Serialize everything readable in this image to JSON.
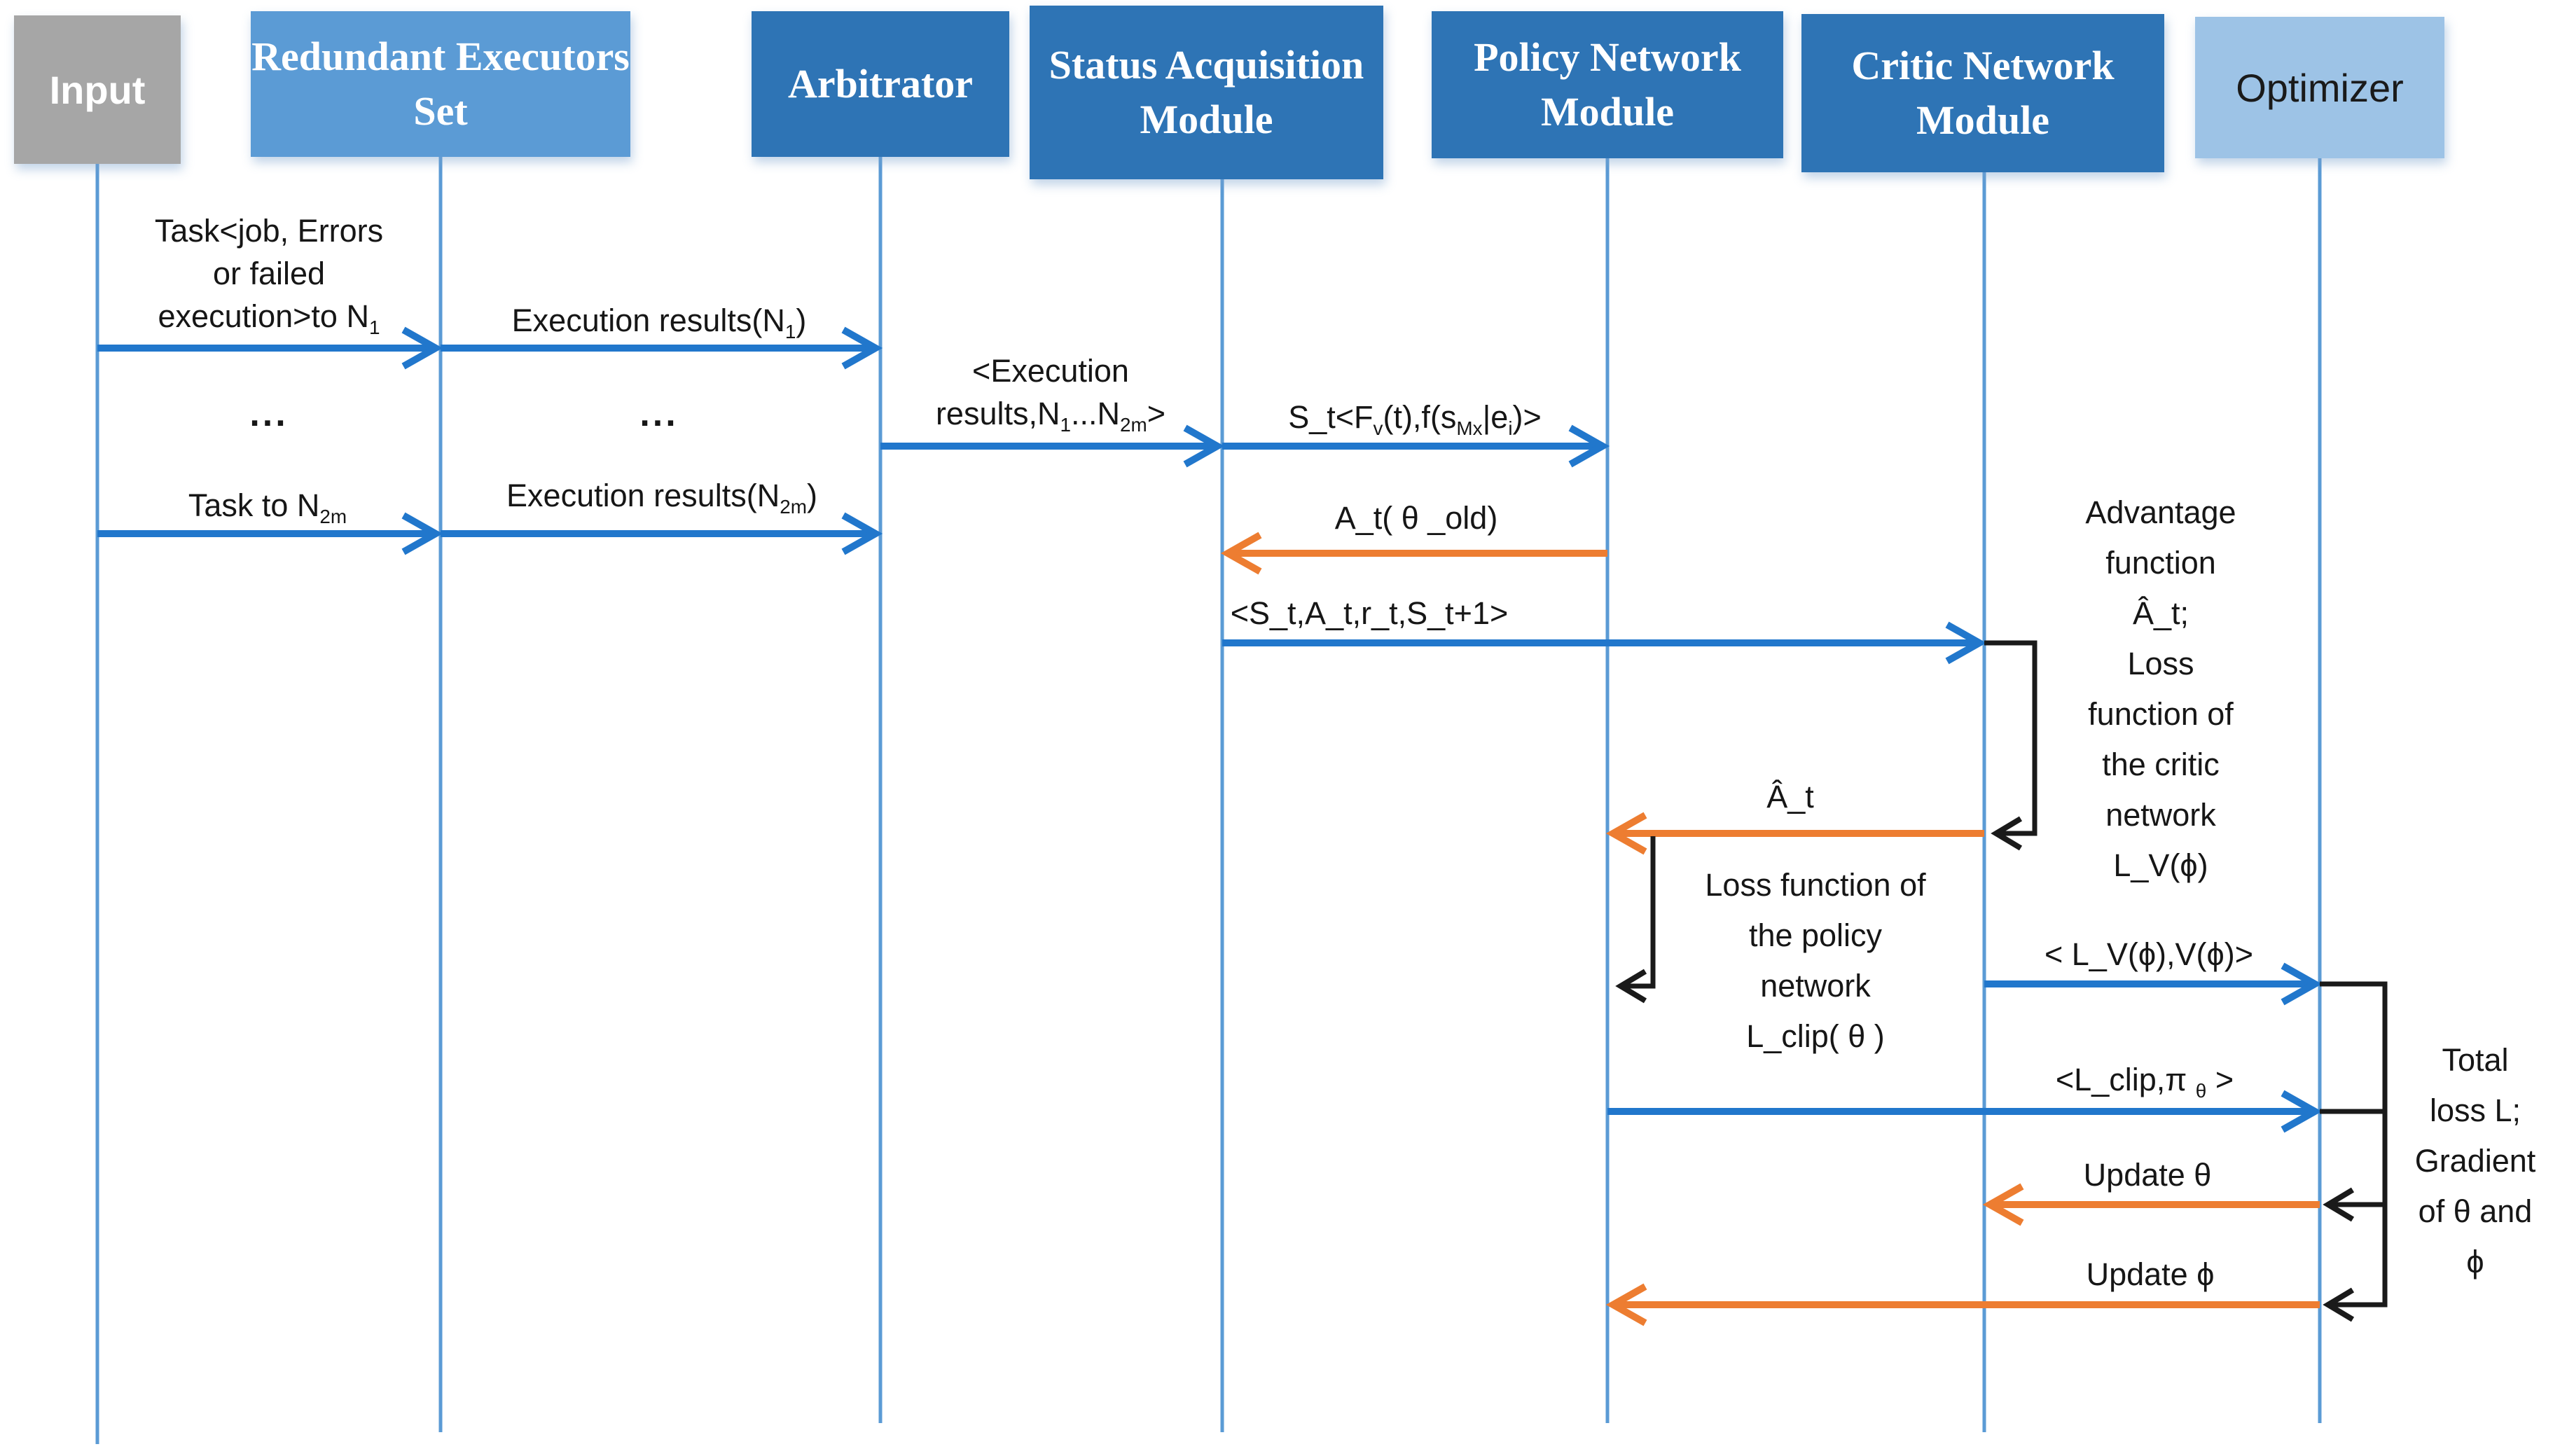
{
  "colors": {
    "box_dark": "#2e74b5",
    "box_medium": "#5b9bd5",
    "box_light": "#9dc3e6",
    "box_gray": "#a6a6a6",
    "arrow_blue": "#2177cc",
    "arrow_orange": "#ed7d31",
    "lifeline": "#5b9bd5",
    "ink": "#1a1a1a"
  },
  "actors": [
    {
      "id": "input",
      "label": "Input"
    },
    {
      "id": "executors",
      "label": "Redundant Executors Set"
    },
    {
      "id": "arbitrator",
      "label": "Arbitrator"
    },
    {
      "id": "status",
      "label": "Status Acquisition Module"
    },
    {
      "id": "policy",
      "label": "Policy Network Module"
    },
    {
      "id": "critic",
      "label": "Critic Network Module"
    },
    {
      "id": "optimizer",
      "label": "Optimizer"
    }
  ],
  "messages": [
    {
      "id": "task-n1",
      "from": "input",
      "to": "executors",
      "label_html": "Task&lt;job, Errors<br>or failed<br>execution&gt;to N<sub>1</sub>"
    },
    {
      "id": "exec-results-n1",
      "from": "executors",
      "to": "arbitrator",
      "label_html": "Execution results(N<sub>1</sub>)"
    },
    {
      "id": "ellipsis-lane1",
      "from": "input",
      "to": "executors",
      "label_html": "..."
    },
    {
      "id": "ellipsis-lane2",
      "from": "executors",
      "to": "arbitrator",
      "label_html": "..."
    },
    {
      "id": "exec-results-set",
      "from": "arbitrator",
      "to": "status",
      "label_html": "&lt;Execution<br>results,N<sub>1</sub>...N<sub>2m</sub>&gt;"
    },
    {
      "id": "state-vector",
      "from": "status",
      "to": "policy",
      "label_html": "S_t&lt;F<sub>v</sub>(t),f(s<sub>Mx</sub>|e<sub>i</sub>)&gt;"
    },
    {
      "id": "task-n2m",
      "from": "input",
      "to": "executors",
      "label_html": "Task to N<sub>2m</sub>"
    },
    {
      "id": "exec-results-n2m",
      "from": "executors",
      "to": "arbitrator",
      "label_html": "Execution results(N<sub>2m</sub>)"
    },
    {
      "id": "a-t-theta-old",
      "from": "policy",
      "to": "status",
      "label_html": "A_t( θ _old)"
    },
    {
      "id": "transition-tuple",
      "from": "status",
      "to": "critic",
      "label_html": "&lt;S_t,A_t,r_t,S_t+1&gt;"
    },
    {
      "id": "advantage-a-t",
      "from": "critic",
      "to": "policy",
      "label_html": "Â_t"
    },
    {
      "id": "lv-v-phi",
      "from": "critic",
      "to": "optimizer",
      "label_html": "&lt; L_V(ϕ),V(ϕ)&gt;"
    },
    {
      "id": "lclip-pi-theta",
      "from": "policy",
      "to": "optimizer",
      "label_html": "&lt;L_clip,π <sub>θ</sub> &gt;"
    },
    {
      "id": "update-theta",
      "from": "optimizer",
      "to": "critic",
      "label_html": "Update θ"
    },
    {
      "id": "update-phi",
      "from": "optimizer",
      "to": "policy",
      "label_html": "Update ϕ"
    }
  ],
  "notes": [
    {
      "id": "critic-note",
      "label_html": "Advantage<br>function<br>Â_t;<br>Loss<br>function of<br>the critic<br>network<br>L_V(ϕ)"
    },
    {
      "id": "policy-note",
      "label_html": "Loss function of<br>the policy<br>network<br>L_clip( θ )"
    },
    {
      "id": "optimizer-note",
      "label_html": "Total<br>loss L;<br>Gradient<br>of θ and<br>ϕ"
    }
  ]
}
